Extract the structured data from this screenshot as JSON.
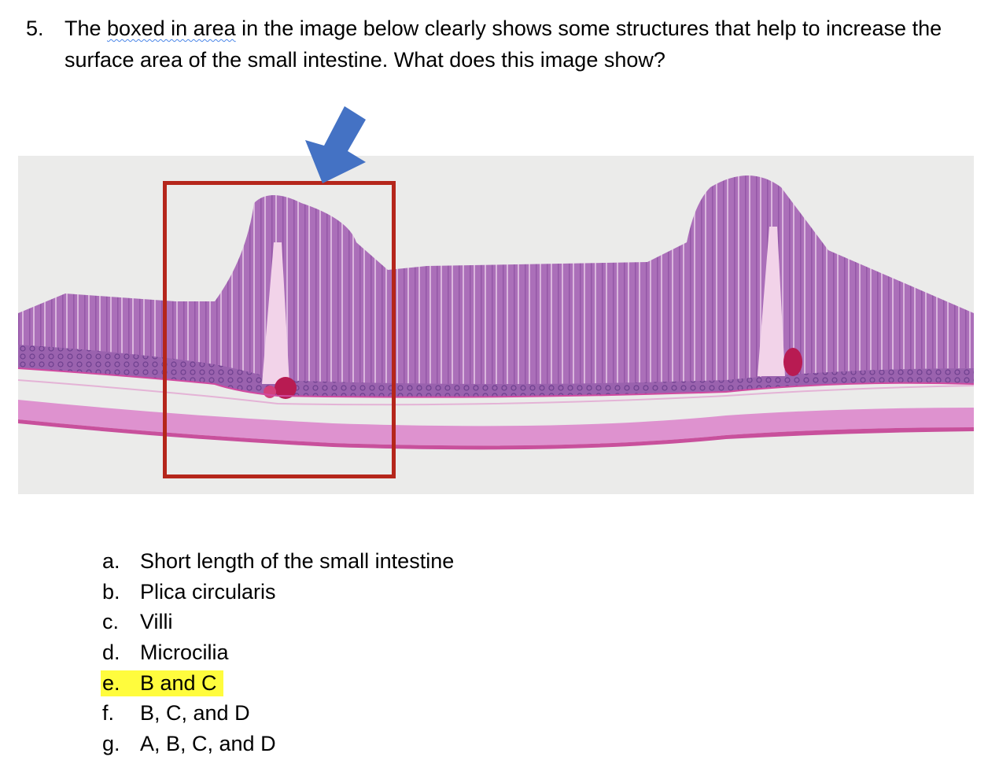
{
  "question": {
    "number": "5.",
    "text_before": "The ",
    "text_squiggle": "boxed in area",
    "text_after": " in the image below clearly shows some structures that help to increase the surface area of the small intestine. What does this image show?"
  },
  "figure": {
    "description": "H&E stained histology cross-section of small intestine showing two plicae circulares covered in villi",
    "box_color": "#b5261b",
    "arrow_color": "#4472c4",
    "arrow_icon": "arrow-down-left-icon"
  },
  "answers": [
    {
      "letter": "a.",
      "text": "Short length of the small intestine",
      "highlighted": false
    },
    {
      "letter": "b.",
      "text": "Plica circularis",
      "highlighted": false
    },
    {
      "letter": "c.",
      "text": "Villi",
      "highlighted": false
    },
    {
      "letter": "d.",
      "text": "Microcilia",
      "highlighted": false
    },
    {
      "letter": "e.",
      "text": "B and C",
      "highlighted": true
    },
    {
      "letter": "f.",
      "text": "B, C, and D",
      "highlighted": false
    },
    {
      "letter": "g.",
      "text": "A, B, C, and D",
      "highlighted": false
    }
  ],
  "highlight_color": "#fffc3d"
}
